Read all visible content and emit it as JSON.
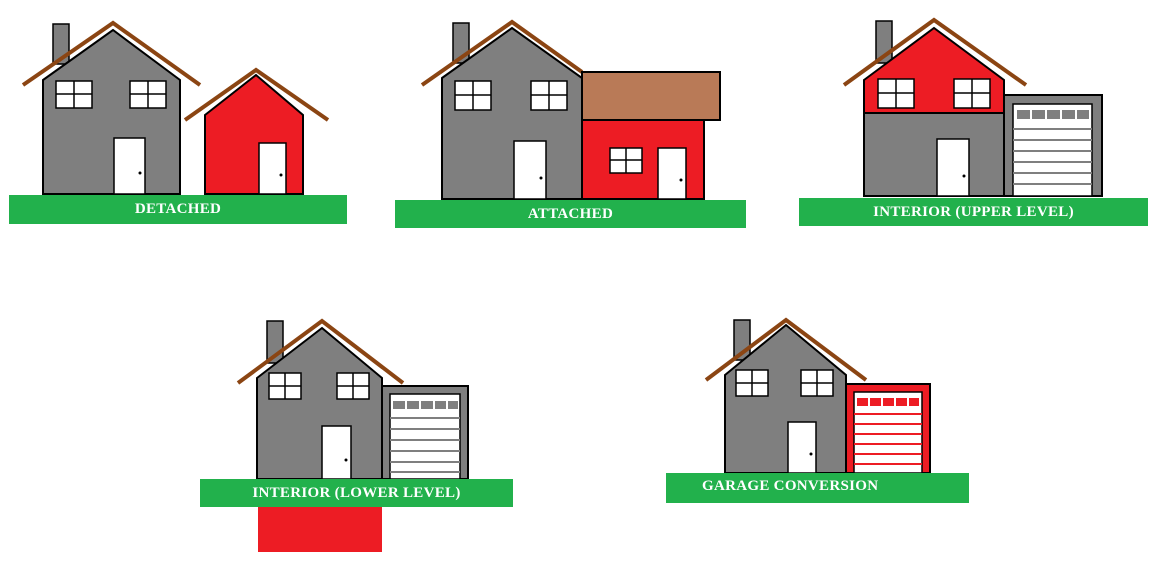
{
  "colors": {
    "wall": "#7f7f7f",
    "roof": "#8b4513",
    "accent": "#ed1c24",
    "brown_roof": "#b97a57",
    "ground": "#22b14c",
    "door": "#ffffff",
    "outline": "#000000"
  },
  "panels": [
    {
      "label": "DETACHED"
    },
    {
      "label": "ATTACHED"
    },
    {
      "label": "INTERIOR (UPPER LEVEL)"
    },
    {
      "label": "INTERIOR (LOWER LEVEL)"
    },
    {
      "label": "GARAGE CONVERSION"
    }
  ]
}
